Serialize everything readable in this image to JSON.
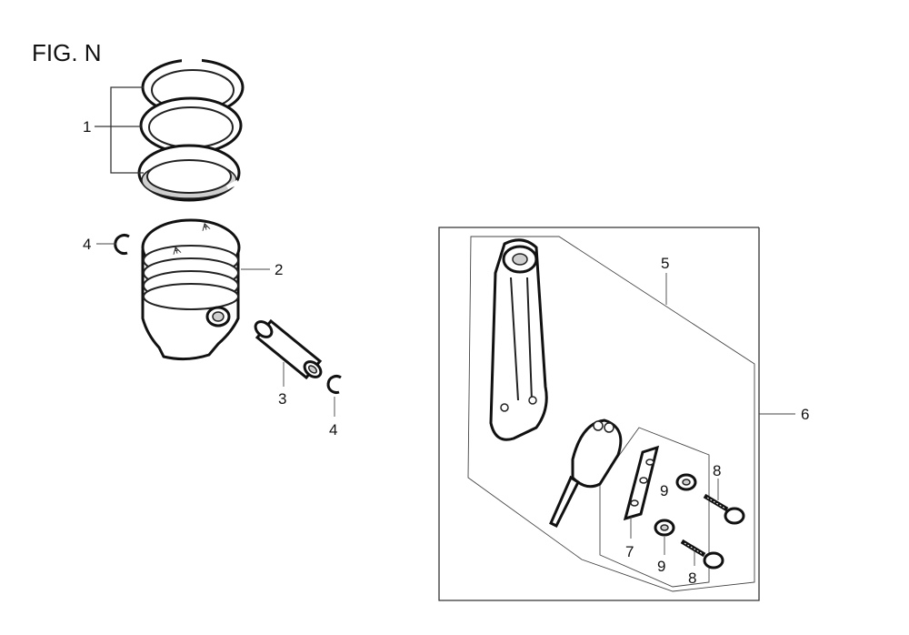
{
  "figure": {
    "title": "FIG. N"
  },
  "callouts": {
    "piston_ring_set": "1",
    "piston": "2",
    "piston_pin": "3",
    "pin_clip_left": "4",
    "pin_clip_right": "4",
    "connecting_rod": "5",
    "connecting_rod_assembly": "6",
    "oil_dipper_plate": "7",
    "rod_bolt_upper": "8",
    "rod_bolt_lower": "8",
    "washer_upper": "9",
    "washer_lower": "9"
  }
}
